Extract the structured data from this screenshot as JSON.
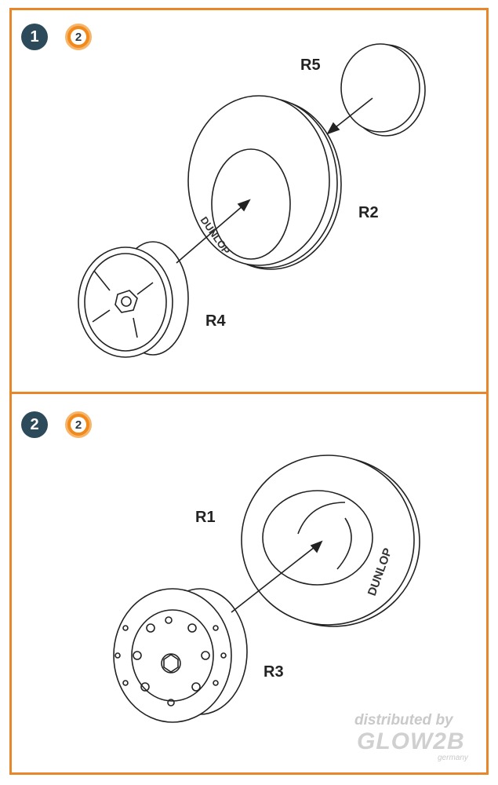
{
  "step1": {
    "number": "1",
    "count": "2"
  },
  "step2": {
    "number": "2",
    "count": "2"
  },
  "parts": {
    "r5": "R5",
    "r2": "R2",
    "r4": "R4",
    "r1": "R1",
    "r3": "R3"
  },
  "tire_brand": "DUNLOP",
  "watermark": {
    "line1": "distributed by",
    "line2": "GLOW2B",
    "line3": "germany"
  },
  "colors": {
    "frame": "#e8862a",
    "step_badge": "#2d4a5a",
    "count_badge": "#f08a1c"
  }
}
